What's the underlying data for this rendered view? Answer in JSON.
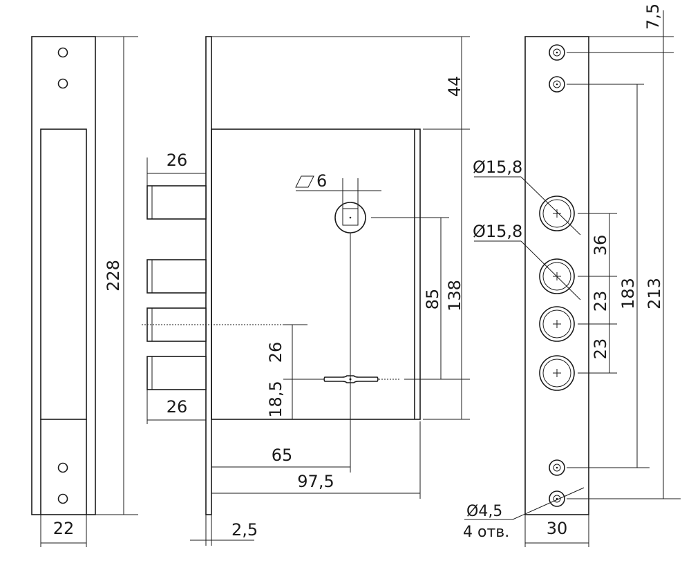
{
  "left_strike_plate": {
    "height": "228",
    "width": "22"
  },
  "lock_body": {
    "backset_depth": "44",
    "bolt_throw_top": "26",
    "bolt_throw_bottom": "26",
    "spindle_square": "6",
    "spindle_to_keyhole": "85",
    "case_height": "138",
    "keyhole_spacing": "26",
    "keyhole_to_bottom": "18,5",
    "backset": "65",
    "case_width": "97,5",
    "faceplate_thickness": "2,5"
  },
  "right_faceplate": {
    "top_offset": "7,5",
    "bolt_diameter_1": "Ø15,8",
    "bolt_diameter_2": "Ø15,8",
    "bolt_pitch_1": "36",
    "bolt_pitch_2": "23",
    "bolt_pitch_3": "23",
    "screw_hole_spacing": "183",
    "overall_height": "213",
    "screw_hole_diameter": "Ø4,5",
    "screw_hole_count": "4 отв.",
    "width": "30"
  }
}
